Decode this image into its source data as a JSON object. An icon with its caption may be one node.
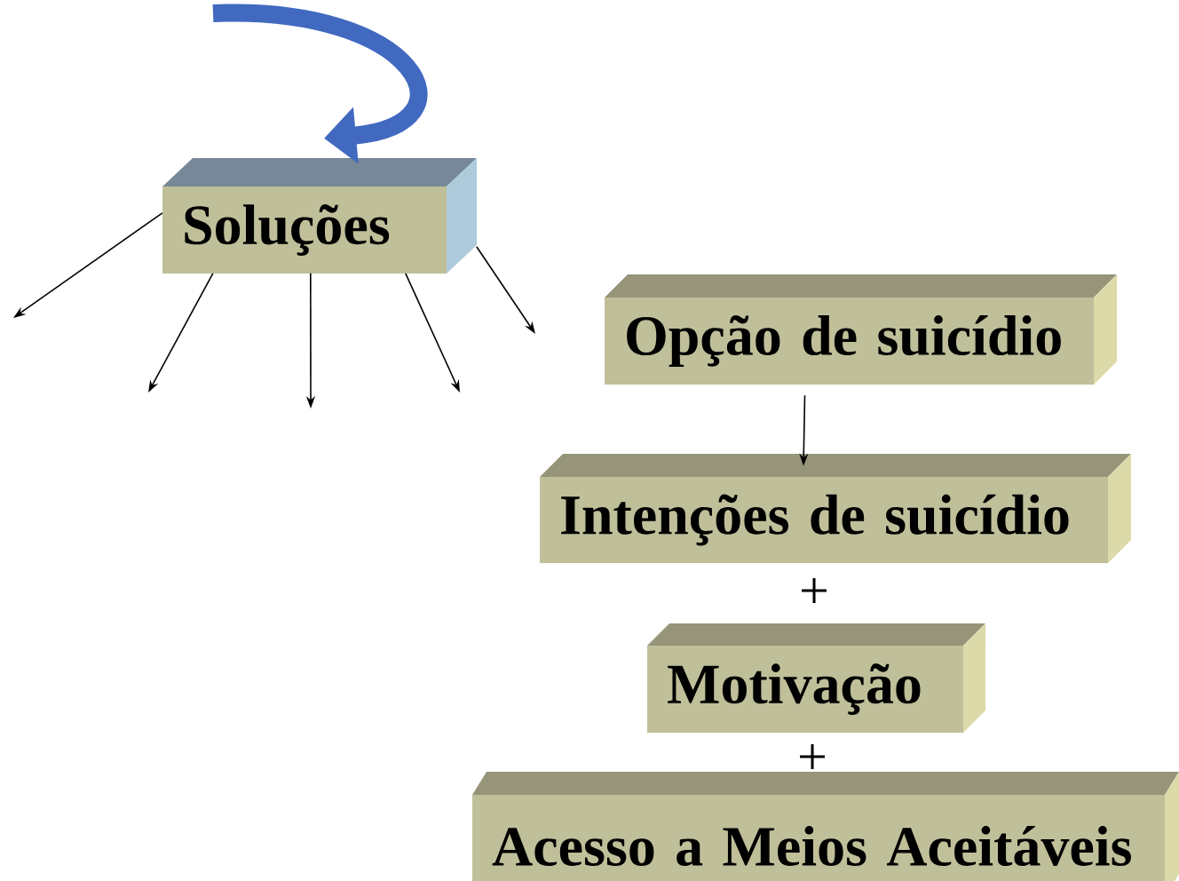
{
  "diagram": {
    "nodes": [
      {
        "text": [
          "Soluções"
        ]
      },
      {
        "text": [
          "Opção de suicídio"
        ]
      },
      {
        "text": [
          "Intenções de suicídio"
        ]
      },
      {
        "text": [
          "Motivação"
        ]
      },
      {
        "text": [
          "Acesso a Meios Aceitáveis"
        ]
      }
    ],
    "edges": [
      {
        "from": null,
        "to": 0,
        "arrow": "to",
        "style": "thick",
        "color": "#4169c0"
      },
      {
        "from": 0,
        "to": null,
        "arrow": "to"
      },
      {
        "from": 0,
        "to": null,
        "arrow": "to"
      },
      {
        "from": 0,
        "to": null,
        "arrow": "to"
      },
      {
        "from": 0,
        "to": null,
        "arrow": "to"
      },
      {
        "from": 0,
        "to": null,
        "arrow": "to"
      },
      {
        "from": 1,
        "to": 2,
        "arrow": "to"
      }
    ],
    "labels": [
      "+",
      "+"
    ]
  }
}
